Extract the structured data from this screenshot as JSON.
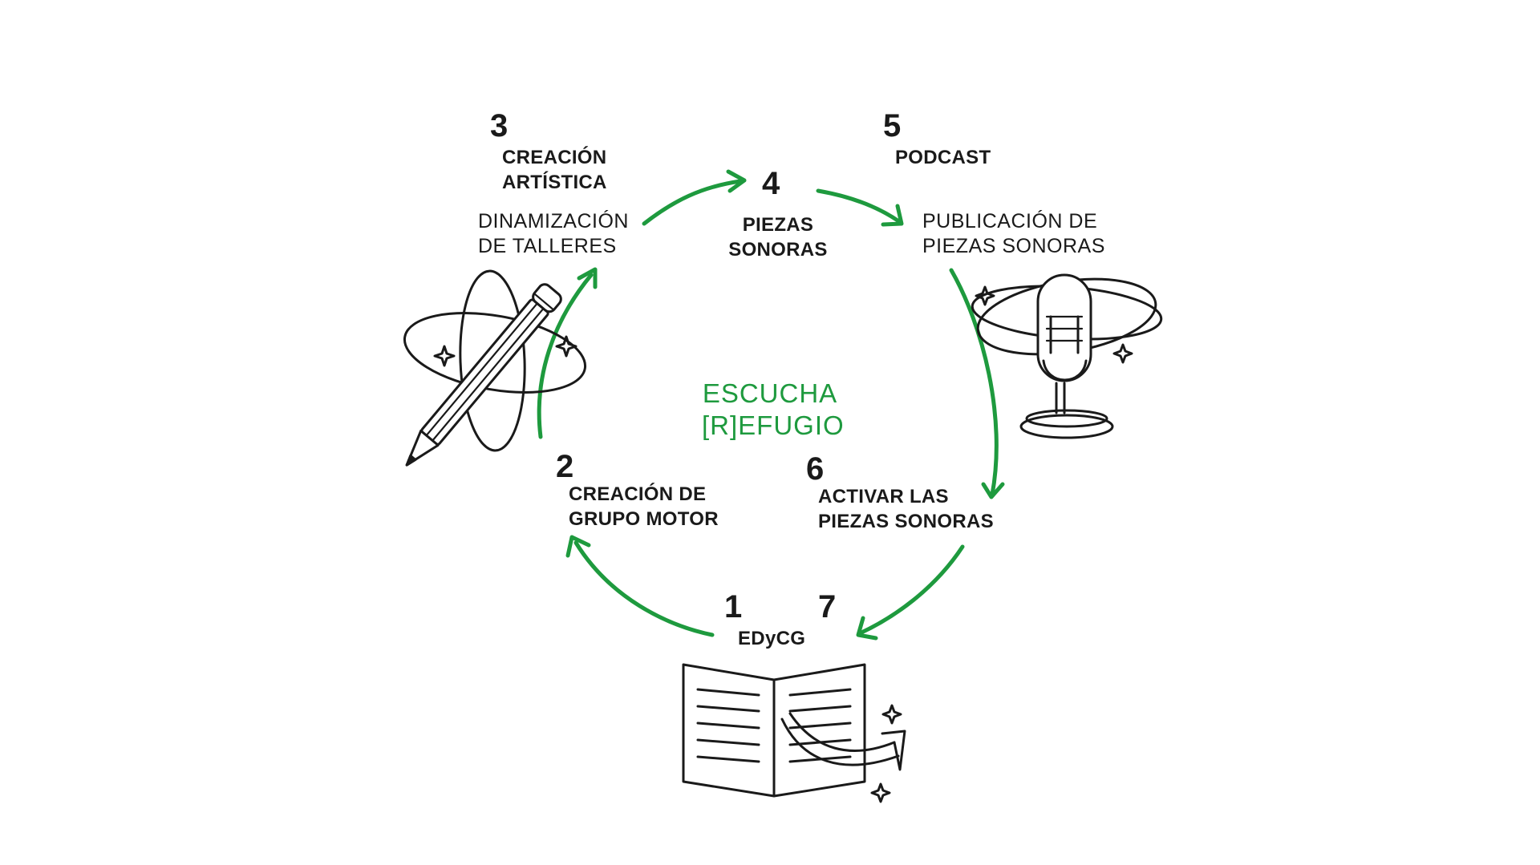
{
  "accent_color": "#1e9a3e",
  "ink_color": "#1a1a1a",
  "center": {
    "line1": "ESCUCHA",
    "line2": "[R]EFUGIO"
  },
  "steps": {
    "s1": {
      "number": "1",
      "label": "EDyCG"
    },
    "s2": {
      "number": "2",
      "label_line1": "CREACIÓN DE",
      "label_line2": "GRUPO MOTOR"
    },
    "s3": {
      "number": "3",
      "label_line1": "CREACIÓN",
      "label_line2": "ARTÍSTICA",
      "sub_line1": "DINAMIZACIÓN",
      "sub_line2": "DE TALLERES"
    },
    "s4": {
      "number": "4",
      "label_line1": "PIEZAS",
      "label_line2": "SONORAS"
    },
    "s5": {
      "number": "5",
      "label": "PODCAST",
      "sub_line1": "PUBLICACIÓN DE",
      "sub_line2": "PIEZAS SONORAS"
    },
    "s6": {
      "number": "6",
      "label_line1": "ACTIVAR LAS",
      "label_line2": "PIEZAS SONORAS"
    },
    "s7": {
      "number": "7"
    }
  },
  "icons": [
    "pencil-orbit-icon",
    "microphone-orbit-icon",
    "open-book-icon",
    "sparkle-icon"
  ]
}
